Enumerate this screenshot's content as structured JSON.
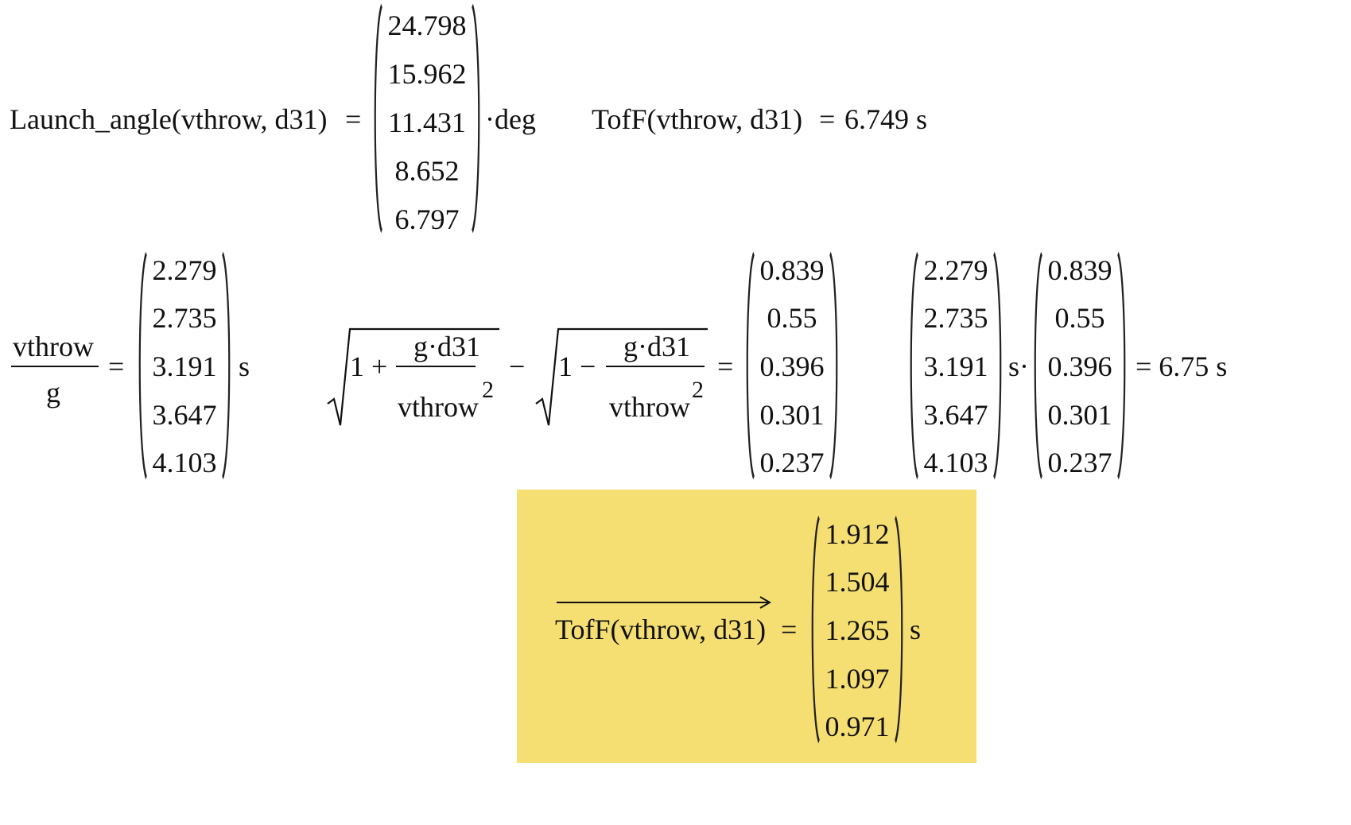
{
  "launch": {
    "lhs": "Launch_angle(vthrow, d31)",
    "eq": "=",
    "values": [
      "24.798",
      "15.962",
      "11.431",
      "8.652",
      "6.797"
    ],
    "unit": "·deg"
  },
  "toff_scalar": {
    "lhs": "TofF(vthrow, d31)",
    "eq": "=",
    "value": "6.749 s"
  },
  "ratio": {
    "numerator": "vthrow",
    "denominator": "g",
    "eq": "=",
    "values": [
      "2.279",
      "2.735",
      "3.191",
      "3.647",
      "4.103"
    ],
    "unit": "s"
  },
  "sqrt_expr": {
    "term1_prefix": "1 +",
    "term1_num": "g·d31",
    "term1_den": "vthrow",
    "term1_exp": "2",
    "minus": "−",
    "term2_prefix": "1 −",
    "term2_num": "g·d31",
    "term2_den": "vthrow",
    "term2_exp": "2",
    "eq": "=",
    "values": [
      "0.839",
      "0.55",
      "0.396",
      "0.301",
      "0.237"
    ]
  },
  "dot_product": {
    "left_values": [
      "2.279",
      "2.735",
      "3.191",
      "3.647",
      "4.103"
    ],
    "mid": "s·",
    "right_values": [
      "0.839",
      "0.55",
      "0.396",
      "0.301",
      "0.237"
    ],
    "result": "= 6.75 s"
  },
  "vectorized": {
    "lhs": "TofF(vthrow, d31)",
    "eq": "=",
    "values": [
      "1.912",
      "1.504",
      "1.265",
      "1.097",
      "0.971"
    ],
    "unit": "s",
    "highlight_color": "#f5df72"
  }
}
